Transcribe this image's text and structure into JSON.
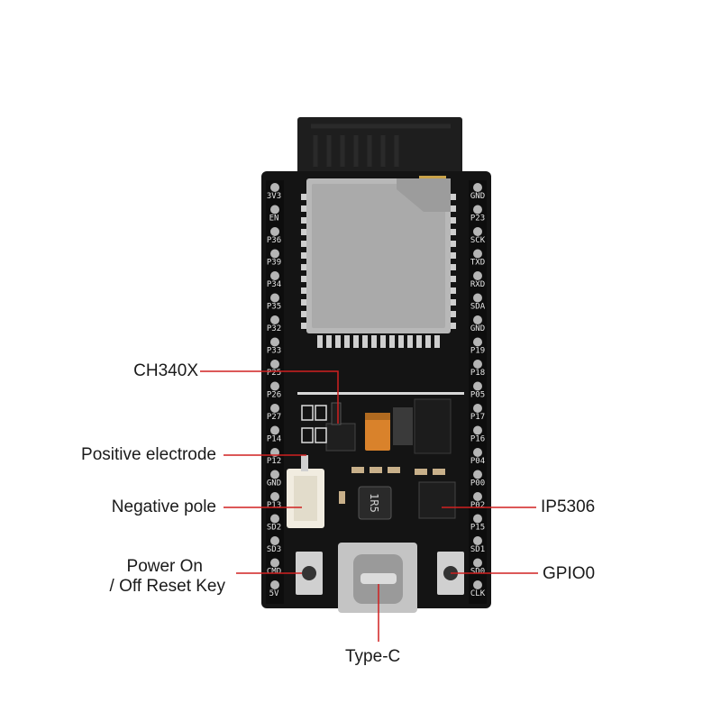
{
  "labels": {
    "ch340x": "CH340X",
    "positive_electrode": "Positive electrode",
    "negative_pole": "Negative pole",
    "power_on_line1": "Power On",
    "power_on_line2": "/ Off Reset Key",
    "ip5306": "IP5306",
    "gpio0": "GPIO0",
    "type_c": "Type-C"
  },
  "pins": {
    "left": [
      "3V3",
      "EN",
      "P36",
      "P39",
      "P34",
      "P35",
      "P32",
      "P33",
      "P25",
      "P26",
      "P27",
      "P14",
      "P12",
      "GND",
      "P13",
      "SD2",
      "SD3",
      "CMD",
      "5V"
    ],
    "right": [
      "GND",
      "P23",
      "SCK",
      "TXD",
      "RXD",
      "SDA",
      "GND",
      "P19",
      "P18",
      "P05",
      "P17",
      "P16",
      "P04",
      "P00",
      "P02",
      "P15",
      "SD1",
      "SD0",
      "CLK"
    ]
  },
  "chip_marking": "1R5",
  "colors": {
    "board": "#141414",
    "module_shield": "#b8b8b8",
    "callout_line": "#d02020",
    "tantalum": "#d9822b",
    "connector": "#f1ece0"
  }
}
